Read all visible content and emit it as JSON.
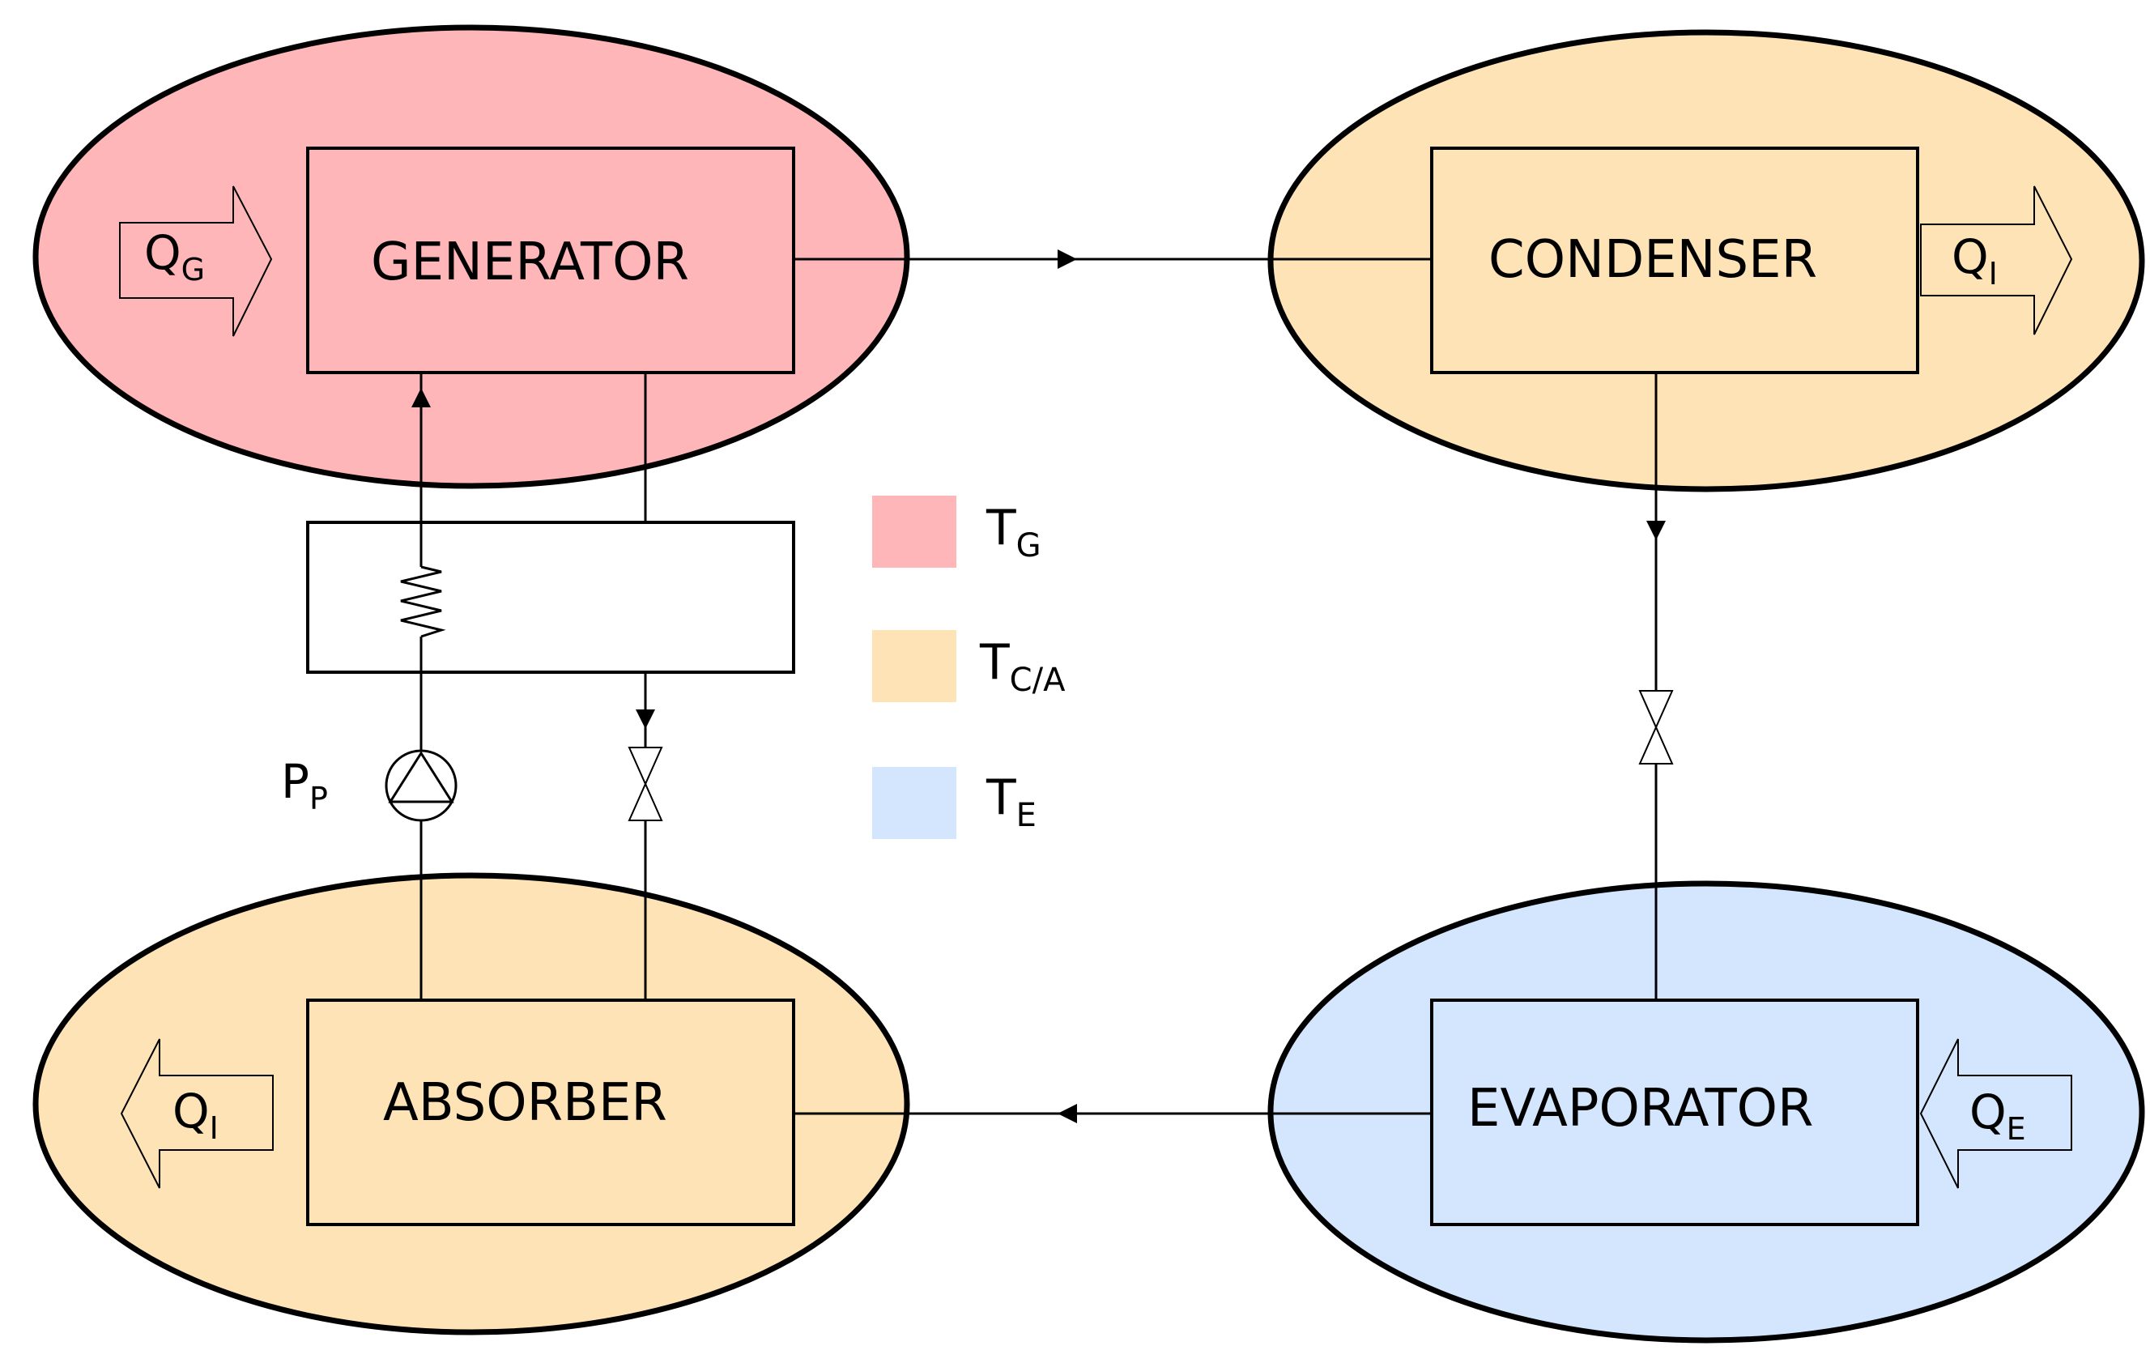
{
  "colors": {
    "generator_zone": "#ffb6b8",
    "condenser_absorber_zone": "#fde3b5",
    "evaporator_zone": "#d3e6fe",
    "stroke": "#000000",
    "background": "#ffffff"
  },
  "components": {
    "generator": "GENERATOR",
    "condenser": "CONDENSER",
    "absorber": "ABSORBER",
    "evaporator": "EVAPORATOR"
  },
  "heat_flows": {
    "generator": {
      "symbol": "Q",
      "subscript": "G",
      "direction": "in"
    },
    "condenser": {
      "symbol": "Q",
      "subscript": "I",
      "direction": "out"
    },
    "absorber": {
      "symbol": "Q",
      "subscript": "I",
      "direction": "out"
    },
    "evaporator": {
      "symbol": "Q",
      "subscript": "E",
      "direction": "in"
    }
  },
  "pump": {
    "symbol": "P",
    "subscript": "P",
    "icon": "pump-icon"
  },
  "legend": [
    {
      "symbol": "T",
      "subscript": "G",
      "color": "#ffb6b8"
    },
    {
      "symbol": "T",
      "subscript": "C/A",
      "color": "#fde3b5"
    },
    {
      "symbol": "T",
      "subscript": "E",
      "color": "#d3e6fe"
    }
  ],
  "icons": [
    "heat-exchanger-icon",
    "pump-icon",
    "expansion-valve-icon",
    "flow-arrow-icon"
  ]
}
